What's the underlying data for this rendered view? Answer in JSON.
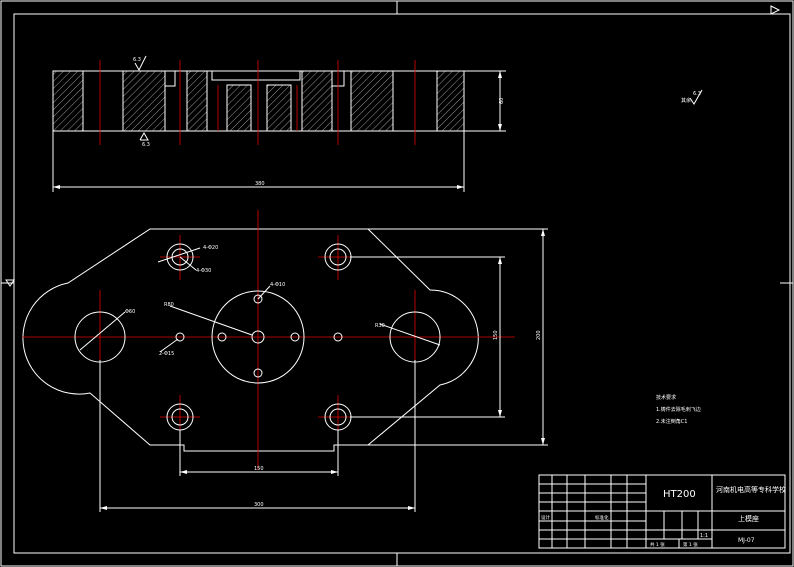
{
  "section_view": {
    "roughness_top": "6.3",
    "roughness_bottom": "6.3",
    "dim_width": "380",
    "dim_height": "60"
  },
  "roughness_note": {
    "label": "其余",
    "value": "6.3"
  },
  "plan_view": {
    "dim_hole_left": "Φ60",
    "dim_hole_right": "R30",
    "dim_center_radius": "R80",
    "dim_bolt_hole_1": "4-Φ20",
    "dim_bolt_hole_2": "4-Φ30",
    "dim_small_hole": "2-Φ15",
    "dim_center_bolt": "4-Φ10",
    "dim_bottom_inner": "150",
    "dim_bottom_overall": "300",
    "dim_right_inner": "150",
    "dim_right_overall": "200"
  },
  "tech_requirements": {
    "title": "技术要求",
    "line1": "1.铸件去除毛刺飞边",
    "line2": "2.未注倒角C1"
  },
  "title_block": {
    "material": "HT200",
    "school": "河南机电高等专科学校",
    "part_name": "上模座",
    "drawing_no": "MJ-07",
    "designer_label": "设计",
    "standard_label": "标准化",
    "scale": "1:1",
    "sheet_total": "共 1 张",
    "sheet_no": "第 1 张"
  }
}
